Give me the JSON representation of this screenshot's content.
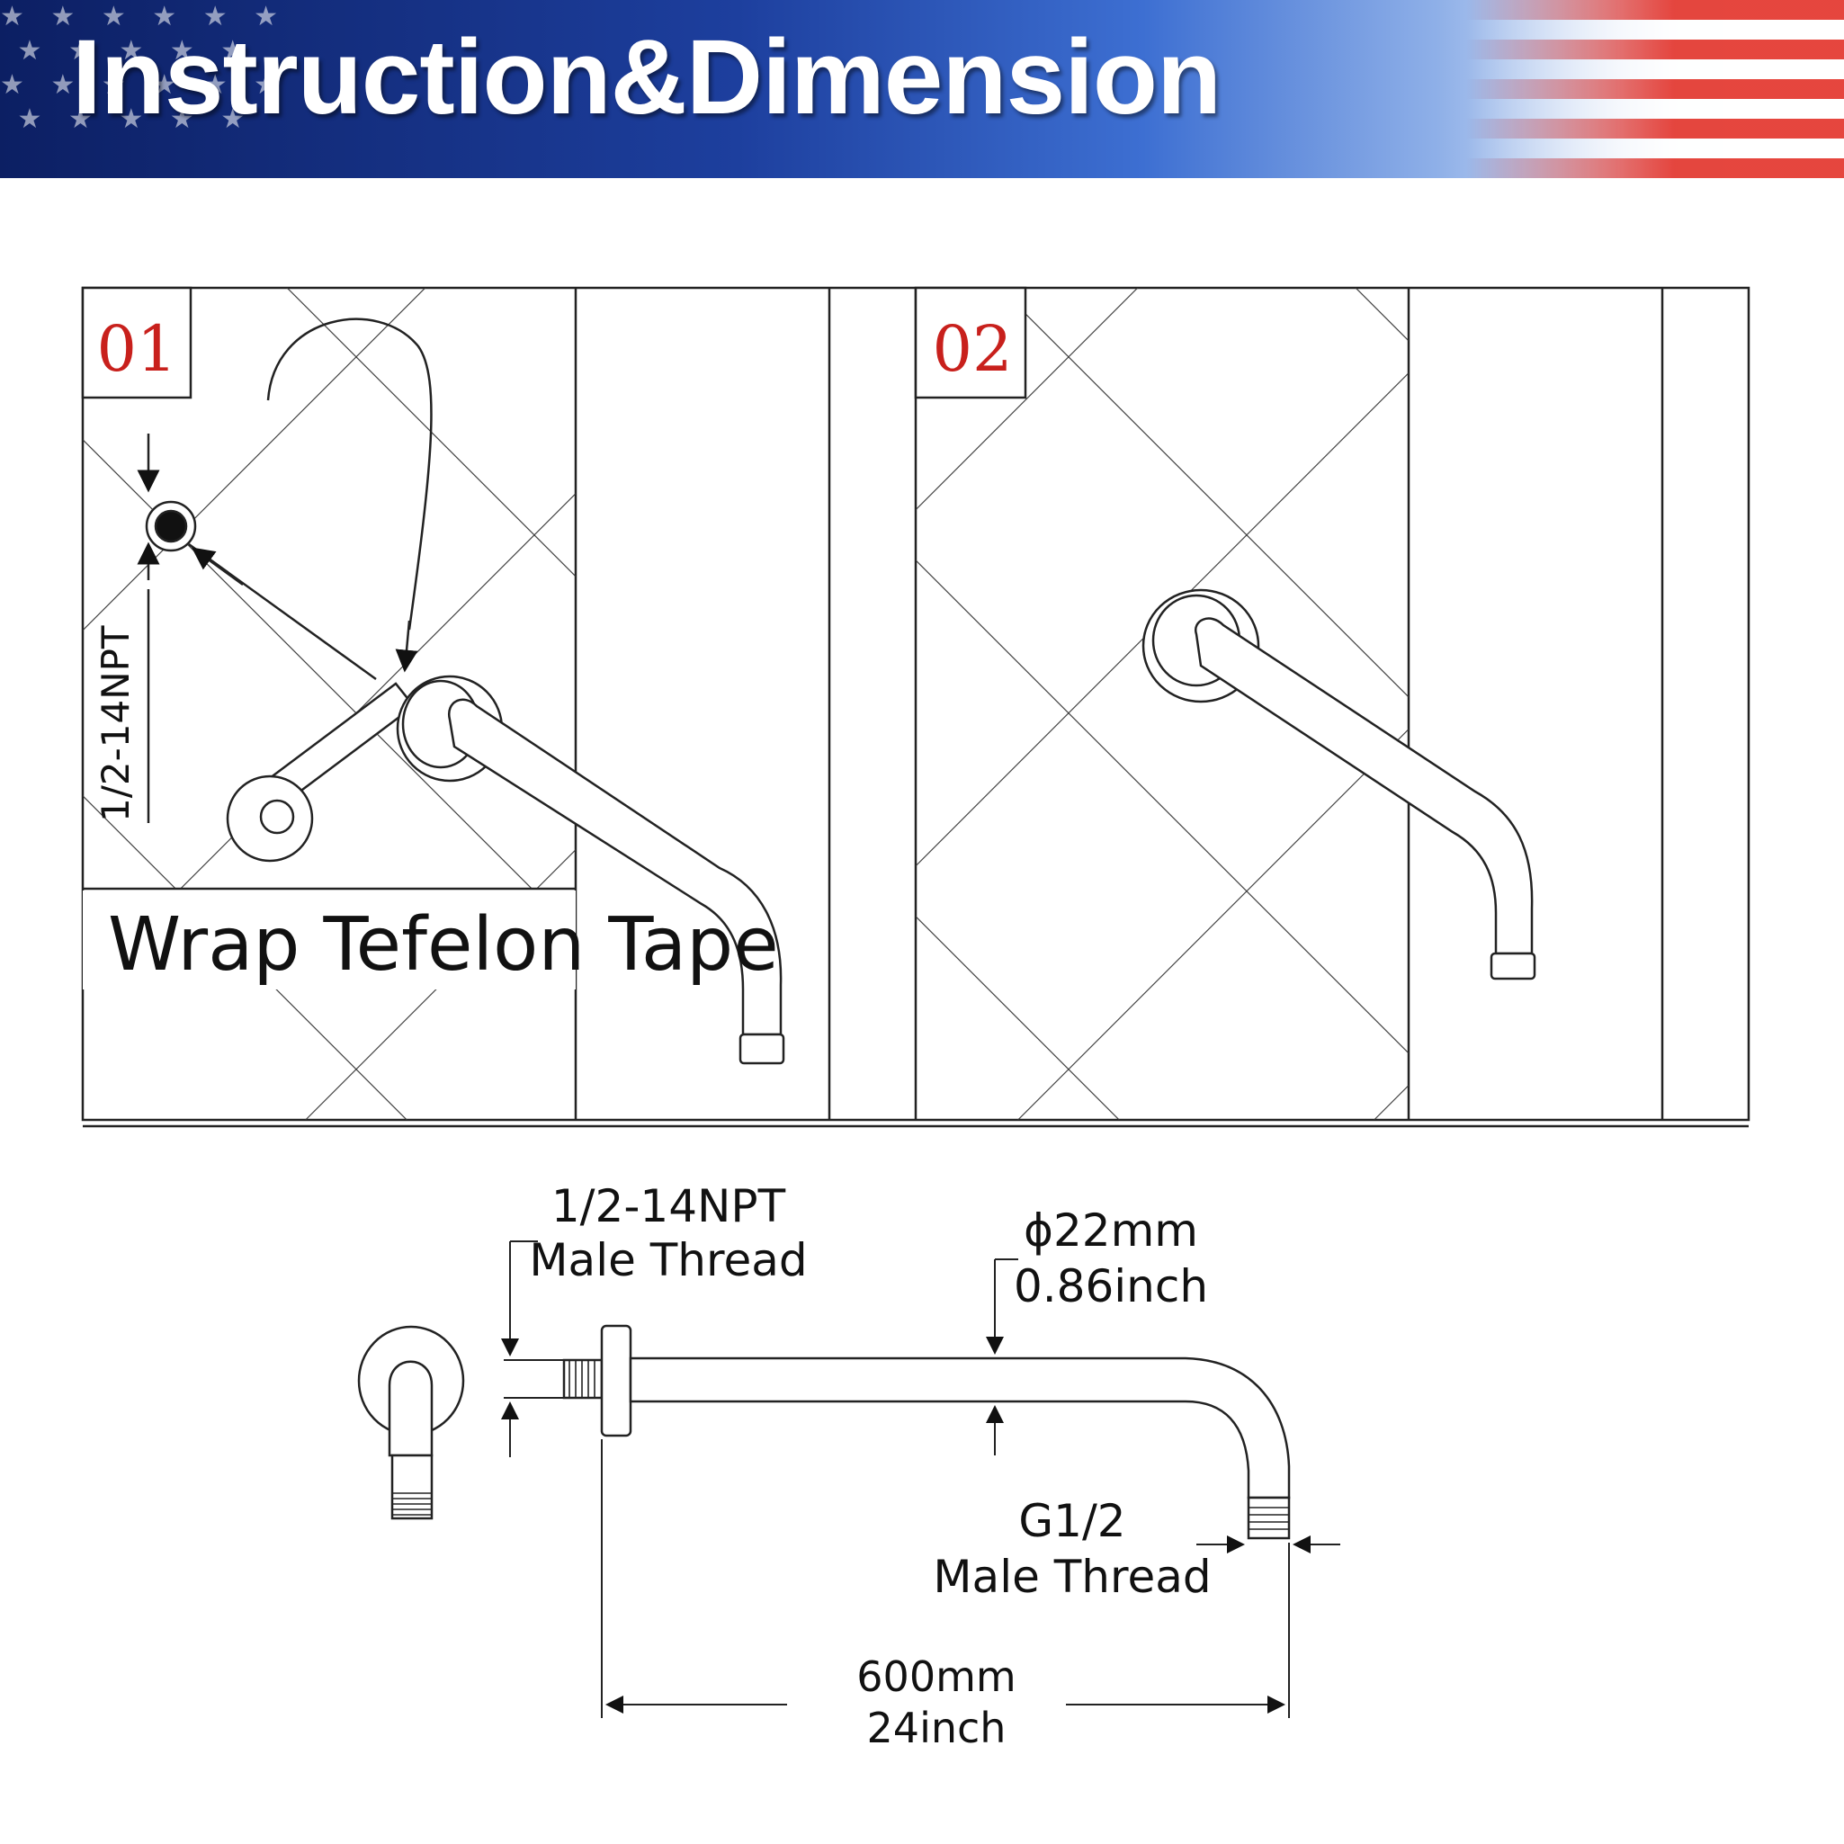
{
  "banner": {
    "title": "Instruction&Dimension"
  },
  "steps": [
    {
      "number": "01",
      "caption": "Wrap Tefelon Tape",
      "side_label": "1/2-14NPT"
    },
    {
      "number": "02"
    }
  ],
  "dimensions": {
    "inlet_thread": {
      "line1": "1/2-14NPT",
      "line2": "Male Thread"
    },
    "diameter": {
      "line1": "ϕ22mm",
      "line2": "0.86inch"
    },
    "outlet_thread": {
      "line1": "G1/2",
      "line2": "Male Thread"
    },
    "length": {
      "line1": "600mm",
      "line2": "24inch"
    }
  },
  "colors": {
    "step_number": "#c8201c",
    "line": "#222222"
  }
}
